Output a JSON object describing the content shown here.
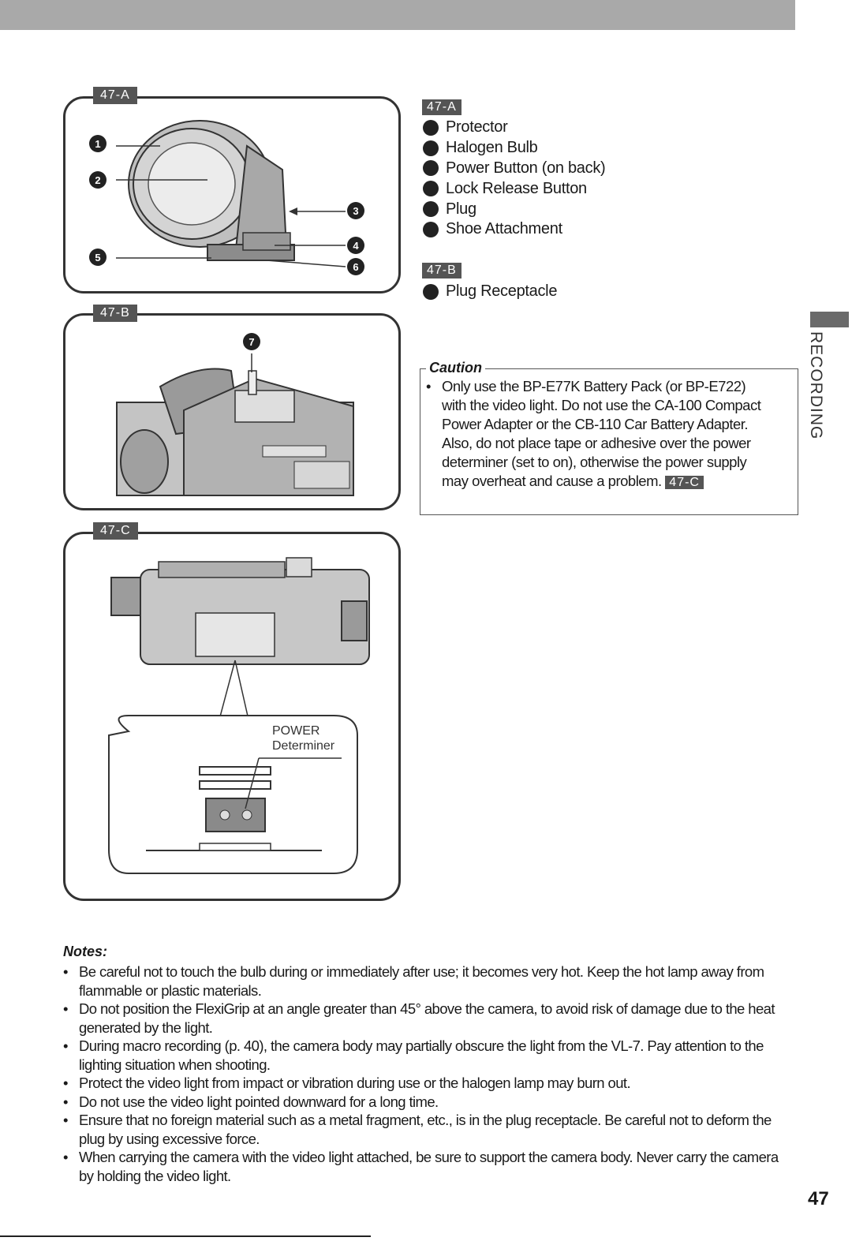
{
  "side_tab": "RECORDING",
  "page_number": "47",
  "figures": {
    "a": {
      "tag": "47-A",
      "callouts": [
        "1",
        "2",
        "3",
        "4",
        "5",
        "6"
      ]
    },
    "b": {
      "tag": "47-B",
      "callouts": [
        "7"
      ]
    },
    "c": {
      "tag": "47-C",
      "label_power": "POWER",
      "label_determiner": "Determiner"
    }
  },
  "parts": {
    "a_tag": "47-A",
    "a_items": [
      "Protector",
      "Halogen Bulb",
      "Power Button (on back)",
      "Lock Release Button",
      "Plug",
      "Shoe Attachment"
    ],
    "b_tag": "47-B",
    "b_items": [
      "Plug Receptacle"
    ]
  },
  "caution": {
    "title": "Caution",
    "text": "Only use the BP-E77K Battery Pack (or BP-E722) with the video light. Do not use the CA-100 Compact Power Adapter or the CB-110 Car Battery Adapter. Also, do not place tape or adhesive over the power determiner (set to on), otherwise the power supply may overheat and cause a problem.",
    "ref_tag": "47-C"
  },
  "notes": {
    "title": "Notes:",
    "items": [
      "Be careful not to touch the bulb during or immediately after use; it becomes very hot. Keep the hot lamp away from flammable or plastic materials.",
      "Do not position the FlexiGrip at an angle greater than 45° above the camera, to avoid risk of damage due to the heat generated by the light.",
      "During macro recording (p. 40), the camera body may partially obscure the light from the VL-7. Pay attention to the lighting situation when shooting.",
      "Protect the video light from impact or vibration during use or the halogen lamp may burn out.",
      "Do not use the video light pointed downward for a long time.",
      "Ensure that no foreign material such as a metal fragment, etc., is in the plug receptacle. Be careful not to deform the plug by using excessive force.",
      "When carrying the camera with the video light attached, be sure to support the camera body. Never carry the camera by holding the video light."
    ]
  }
}
